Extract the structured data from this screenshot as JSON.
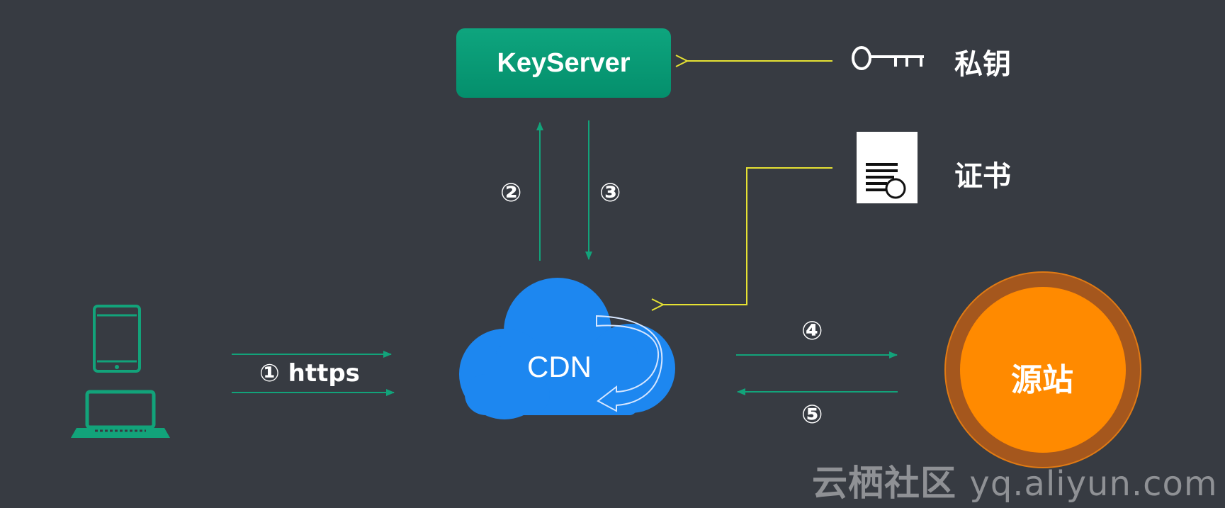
{
  "keyserver": {
    "label": "KeyServer"
  },
  "private_key": {
    "label": "私钥",
    "icon": "key-icon"
  },
  "certificate": {
    "label": "证书",
    "icon": "certificate-icon"
  },
  "cdn": {
    "label": "CDN",
    "icon": "cloud-icon"
  },
  "origin": {
    "label": "源站"
  },
  "client": {
    "icons": [
      "tablet-icon",
      "laptop-icon"
    ]
  },
  "steps": {
    "step1": "① https",
    "step2": "②",
    "step3": "③",
    "step4": "④",
    "step5": "⑤"
  },
  "watermark": {
    "brand": "云栖社区",
    "url": "yq.aliyun.com"
  },
  "colors": {
    "background": "#373b42",
    "green": "#12a37a",
    "yellow": "#e6e233",
    "cloud": "#1d87f0",
    "origin_fill": "#ff8a00",
    "origin_ring": "#a5571d"
  }
}
